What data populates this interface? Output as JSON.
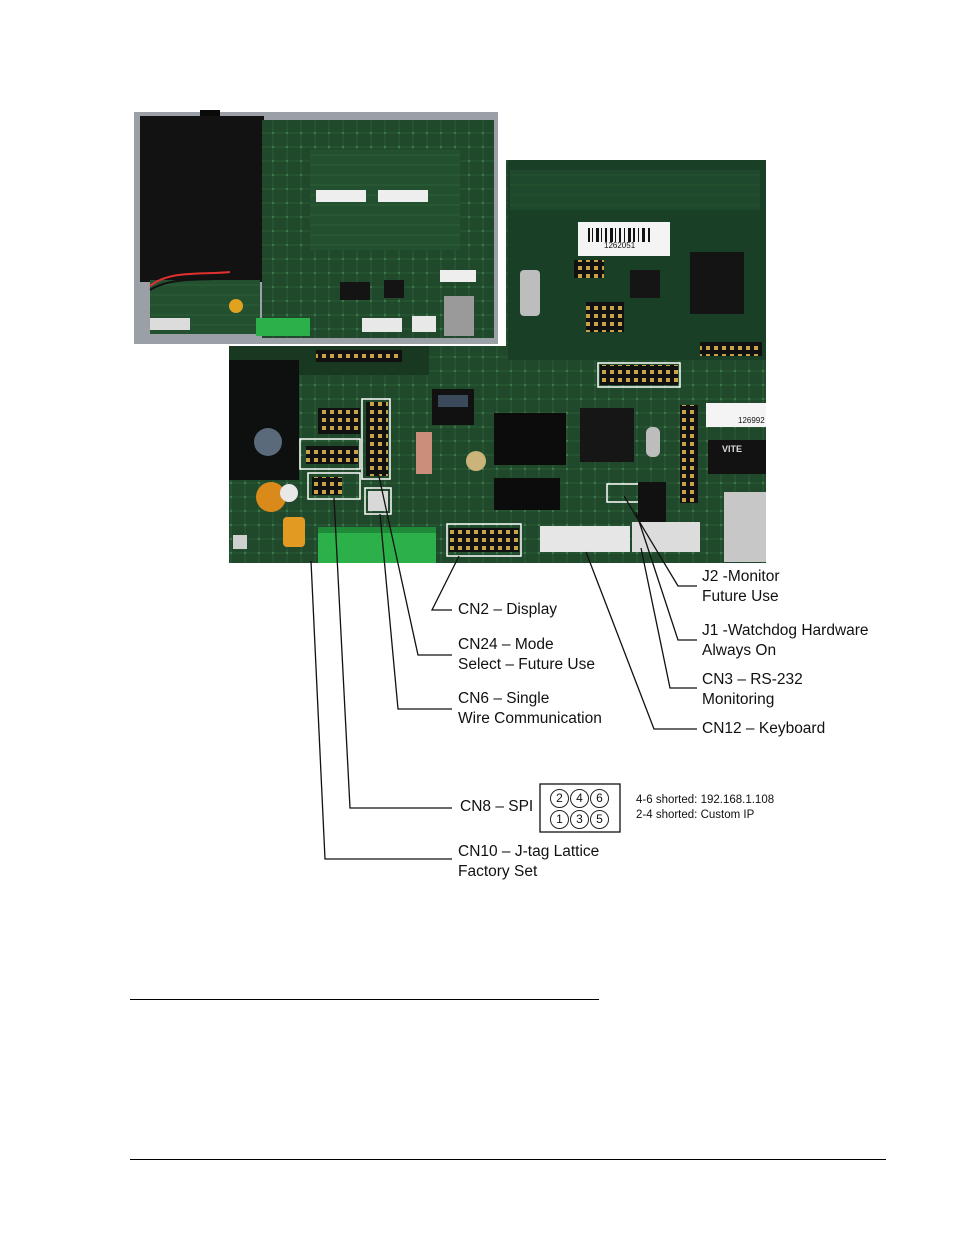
{
  "labels": {
    "cn2": [
      "CN2 – Display"
    ],
    "cn24": [
      "CN24 – Mode",
      "Select – Future Use"
    ],
    "cn6": [
      "CN6 – Single",
      "Wire Communication"
    ],
    "cn8": [
      "CN8 – SPI"
    ],
    "cn10": [
      "CN10 – J-tag Lattice",
      "Factory Set"
    ],
    "j2": [
      "J2 -Monitor",
      "Future Use"
    ],
    "j1": [
      "J1 -Watchdog Hardware",
      "Always On"
    ],
    "cn3": [
      "CN3 – RS-232",
      "Monitoring"
    ],
    "cn12": [
      "CN12 – Keyboard"
    ]
  },
  "pin_header": {
    "top_row": [
      "2",
      "4",
      "6"
    ],
    "bottom_row": [
      "1",
      "3",
      "5"
    ]
  },
  "jumper_notes": [
    "4-6 shorted: 192.168.1.108",
    "2-4 shorted: Custom IP"
  ],
  "sticker_labels": {
    "main": "1262051",
    "right": "126992",
    "chip": "VITE"
  },
  "colors": {
    "pcb": "#1f4a2c",
    "pcb_light": "#2e6a3e",
    "enclosure": "#9aa0a6",
    "connector_green": "#2bb04a",
    "callout_box": "#ffffff"
  }
}
